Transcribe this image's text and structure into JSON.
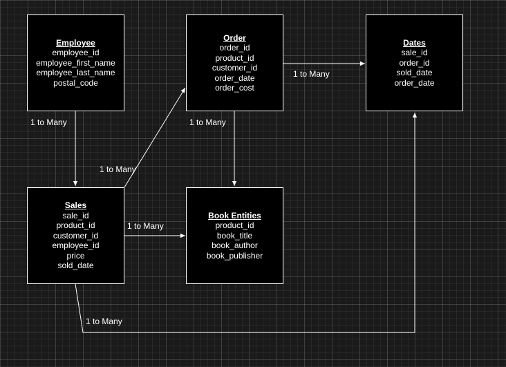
{
  "colors": {
    "background": "#1a1a1a",
    "box_fill": "#000000",
    "stroke": "#ffffff",
    "text": "#ffffff"
  },
  "entities": {
    "employee": {
      "title": "Employee",
      "fields": [
        "employee_id",
        "employee_first_name",
        "employee_last_name",
        "postal_code"
      ]
    },
    "order": {
      "title": "Order",
      "fields": [
        "order_id",
        "product_id",
        "customer_id",
        "order_date",
        "order_cost"
      ]
    },
    "dates": {
      "title": "Dates",
      "fields": [
        "sale_id",
        "order_id",
        "sold_date",
        "order_date"
      ]
    },
    "sales": {
      "title": "Sales",
      "fields": [
        "sale_id",
        "product_id",
        "customer_id",
        "employee_id",
        "price",
        "sold_date"
      ]
    },
    "book_entities": {
      "title": "Book Entities",
      "fields": [
        "product_id",
        "book_title",
        "book_author",
        "book_publisher"
      ]
    }
  },
  "relationships": [
    {
      "from": "employee",
      "to": "sales",
      "label": "1 to Many"
    },
    {
      "from": "order",
      "to": "dates",
      "label": "1 to Many"
    },
    {
      "from": "order",
      "to": "book_entities",
      "label": "1 to Many"
    },
    {
      "from": "sales",
      "to": "order",
      "label": "1 to Many"
    },
    {
      "from": "sales",
      "to": "book_entities",
      "label": "1 to Many"
    },
    {
      "from": "sales",
      "to": "dates",
      "label": "1 to Many"
    }
  ]
}
